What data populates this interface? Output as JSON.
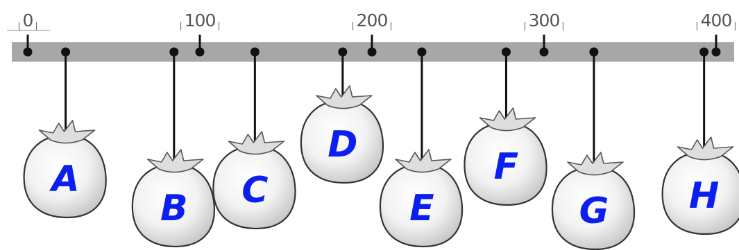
{
  "number_line": {
    "ticks": [
      {
        "value": 0,
        "label": "0"
      },
      {
        "value": 100,
        "label": "100"
      },
      {
        "value": 200,
        "label": "200"
      },
      {
        "value": 300,
        "label": "300"
      },
      {
        "value": 400,
        "label": "400"
      }
    ],
    "range": [
      0,
      400
    ]
  },
  "bags": [
    {
      "letter": "A",
      "value": 22
    },
    {
      "letter": "B",
      "value": 85
    },
    {
      "letter": "C",
      "value": 132
    },
    {
      "letter": "D",
      "value": 183
    },
    {
      "letter": "E",
      "value": 229
    },
    {
      "letter": "F",
      "value": 278
    },
    {
      "letter": "G",
      "value": 329
    },
    {
      "letter": "H",
      "value": 393
    }
  ],
  "colors": {
    "bar": "#a7a7a7",
    "letter": "#0a1ff0",
    "string": "#111111",
    "bag_edge": "#333333"
  }
}
